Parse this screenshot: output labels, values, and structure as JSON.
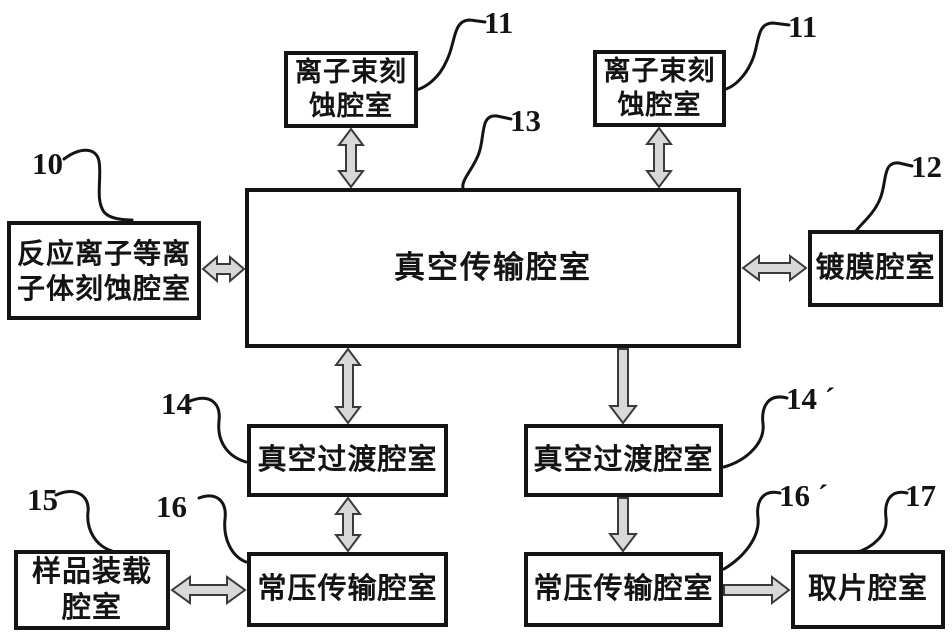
{
  "figure": {
    "background": "#ffffff",
    "line_color": "#141414",
    "arrow_fill": "#d8d8d8",
    "arrow_stroke": "#3a3a3a"
  },
  "chambers": {
    "ion_beam_left": {
      "lines": [
        "离子束刻",
        "蚀腔室"
      ]
    },
    "ion_beam_right": {
      "lines": [
        "离子束刻",
        "蚀腔室"
      ]
    },
    "main_transfer": {
      "lines": [
        "真空传输腔室"
      ]
    },
    "rie_plasma": {
      "lines": [
        "反应离子等离",
        "子体刻蚀腔室"
      ]
    },
    "coating": {
      "lines": [
        "镀膜腔室"
      ]
    },
    "vacuum_transition_left": {
      "lines": [
        "真空过渡腔室"
      ]
    },
    "vacuum_transition_right": {
      "lines": [
        "真空过渡腔室"
      ]
    },
    "atm_transfer_left": {
      "lines": [
        "常压传输腔室"
      ]
    },
    "atm_transfer_right": {
      "lines": [
        "常压传输腔室"
      ]
    },
    "sample_load": {
      "lines": [
        "样品装载",
        "腔室"
      ]
    },
    "pickup": {
      "lines": [
        "取片腔室"
      ]
    }
  },
  "ref_labels": {
    "n10": "10",
    "n11_left": "11",
    "n11_right": "11",
    "n12": "12",
    "n13": "13",
    "n14": "14",
    "n14_prime": "14 ´",
    "n15": "15",
    "n16": "16",
    "n16_prime": "16 ´",
    "n17": "17"
  }
}
